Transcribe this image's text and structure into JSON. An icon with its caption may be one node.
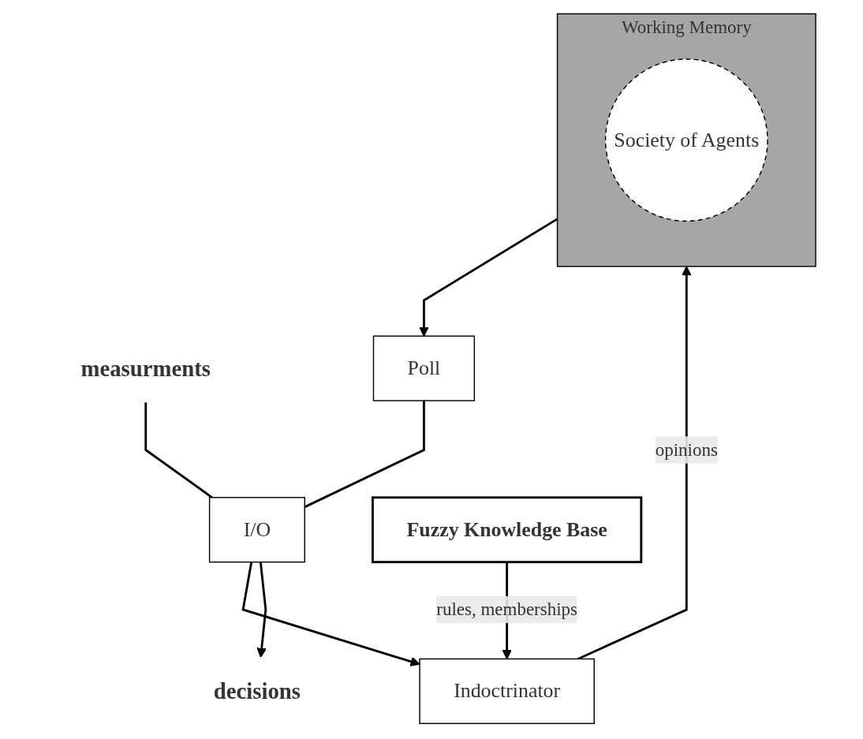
{
  "diagram": {
    "nodes": [
      {
        "text": [
          "measurments"
        ]
      },
      {
        "text": [
          "decisions"
        ]
      },
      {
        "text": [
          "I/O"
        ]
      },
      {
        "text": [
          "Indoctrinator"
        ]
      },
      {
        "text": [
          "Poll"
        ]
      },
      {
        "text": [
          "Fuzzy Knowledge Base"
        ]
      },
      {
        "text": [
          "Working Memory"
        ]
      },
      {
        "text": [
          "Society of Agents"
        ],
        "in": 6
      }
    ],
    "edges": [
      {
        "from": 0,
        "to": 2,
        "arrow": "none"
      },
      {
        "from": 2,
        "to": 3,
        "arrow": "to"
      },
      {
        "from": 4,
        "to": 2,
        "arrow": "none"
      },
      {
        "from": 2,
        "to": 1,
        "arrow": "to"
      },
      {
        "from": 5,
        "to": 3,
        "arrow": "to",
        "label": "rules, memberships"
      },
      {
        "from": 3,
        "to": 6,
        "arrow": "to",
        "label": "opinions"
      },
      {
        "from": 6,
        "to": 4,
        "arrow": "to"
      }
    ]
  }
}
